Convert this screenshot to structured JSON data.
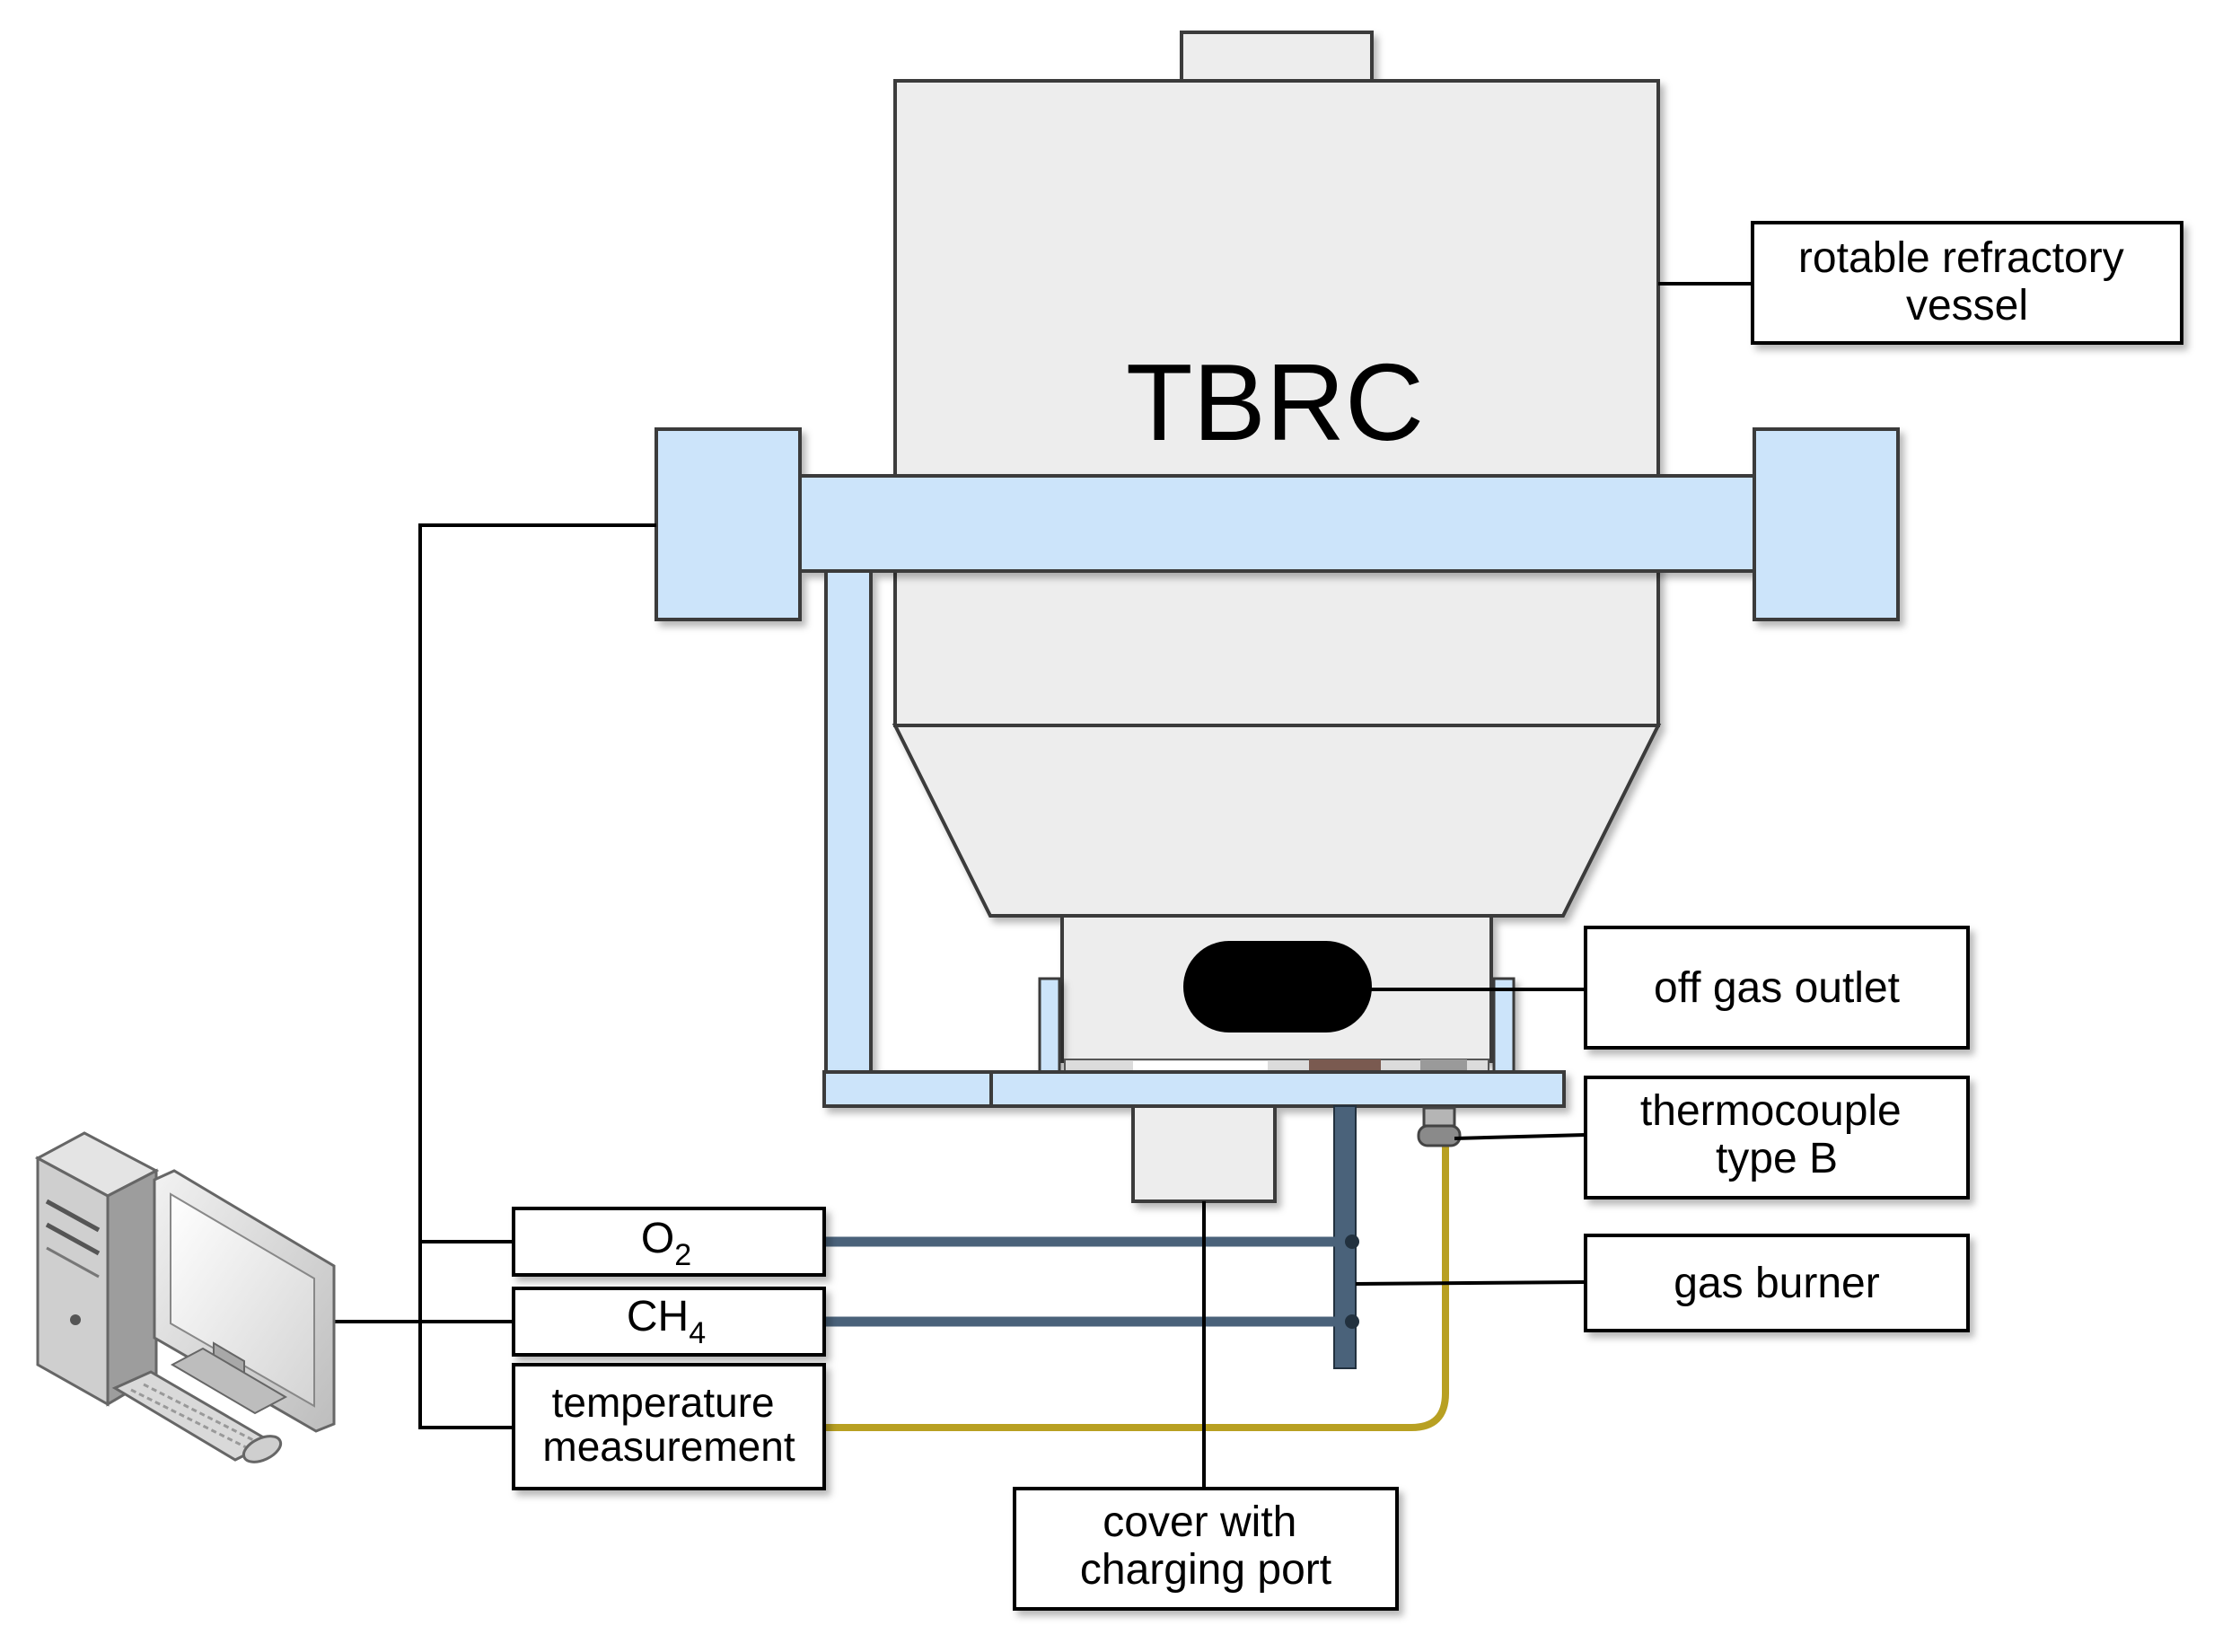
{
  "diagram": {
    "vessel_title": "TBRC",
    "labels": {
      "rotable_vessel": [
        "rotable refractory",
        "vessel"
      ],
      "off_gas_outlet": "off gas outlet",
      "thermocouple": [
        "thermocouple",
        "type B"
      ],
      "gas_burner": "gas burner",
      "cover_port": [
        "cover with",
        "charging port"
      ],
      "o2": {
        "base": "O",
        "sub": "2"
      },
      "ch4": {
        "base": "CH",
        "sub": "4"
      },
      "temperature": [
        "temperature",
        "measurement"
      ]
    },
    "icons": [
      "desktop-computer-icon"
    ],
    "colors": {
      "vessel_fill": "#ededed",
      "frame_fill": "#cce4fa",
      "gas_pipe": "#4a627a",
      "thermocouple_wire": "#b8a022",
      "outline": "#3a3a3a"
    }
  }
}
